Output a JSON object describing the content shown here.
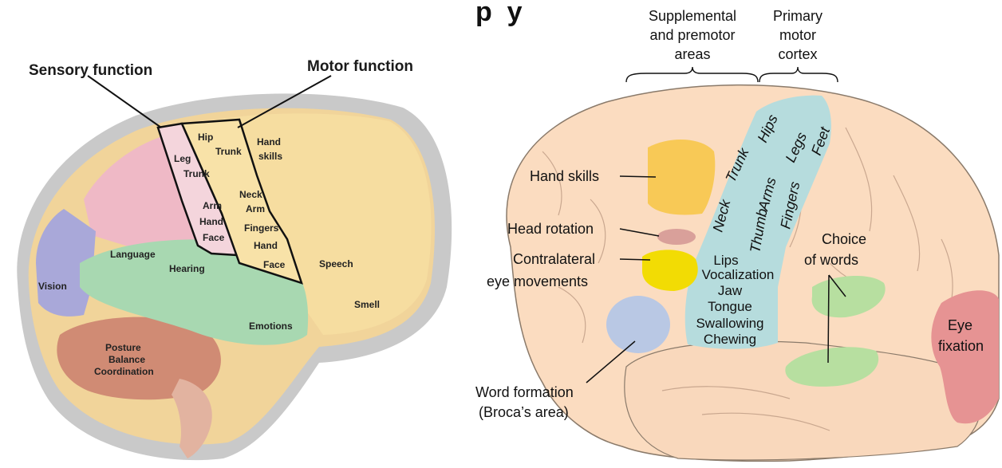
{
  "title_fragment": "p  y",
  "left_diagram": {
    "headings": {
      "sensory": "Sensory function",
      "motor": "Motor function"
    },
    "sensory_strip": [
      "Leg",
      "Trunk",
      "Arm",
      "Hand",
      "Face"
    ],
    "motor_strip": [
      "Hip",
      "Trunk",
      "Neck",
      "Arm",
      "Fingers",
      "Hand",
      "Face"
    ],
    "hand_skills": [
      "Hand",
      "skills"
    ],
    "regions": {
      "language": "Language",
      "hearing": "Hearing",
      "vision": "Vision",
      "speech": "Speech",
      "smell": "Smell",
      "emotions": "Emotions",
      "posture": [
        "Posture",
        "Balance",
        "Coordination"
      ]
    }
  },
  "right_diagram": {
    "headers": {
      "supplemental": [
        "Supplemental",
        "and premotor",
        "areas"
      ],
      "primary": [
        "Primary",
        "motor",
        "cortex"
      ]
    },
    "motor_strip_upper": [
      "Hips",
      "Trunk",
      "Legs",
      "Neck",
      "Arms",
      "Feet",
      "Thumb",
      "Fingers"
    ],
    "motor_strip_lower": [
      "Lips",
      "Vocalization",
      "Jaw",
      "Tongue",
      "Swallowing",
      "Chewing"
    ],
    "labels": {
      "hand_skills": "Hand skills",
      "head_rotation": "Head rotation",
      "contralateral": [
        "Contralateral",
        "eye movements"
      ],
      "word_formation": [
        "Word formation",
        "(Broca’s area)"
      ],
      "choice_of_words": [
        "Choice",
        "of words"
      ],
      "eye_fixation": [
        "Eye",
        "fixation"
      ]
    },
    "colors": {
      "brain": "#fbdcc0",
      "motor_strip": "#b6dcdd",
      "hand_skills": "#f7c64a",
      "head_rotation": "#d9a09a",
      "contralateral": "#f2dc04",
      "broca": "#b9c8e4",
      "choice_words": "#b7dfa0",
      "eye_fixation": "#e69393"
    }
  }
}
